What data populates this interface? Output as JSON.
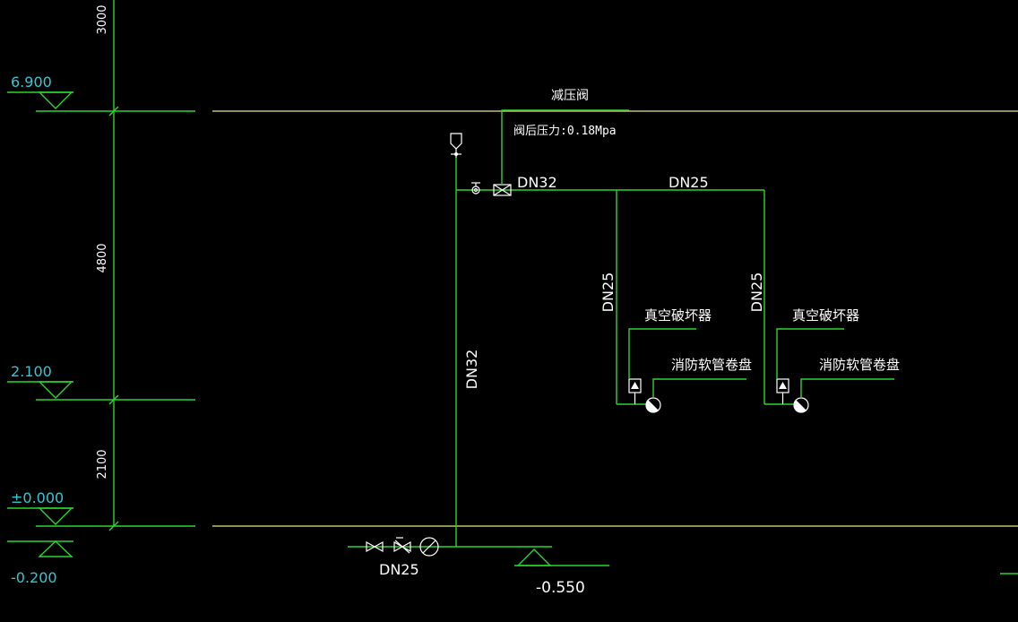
{
  "colors": {
    "background": "#000000",
    "pipe": "#2bd52b",
    "floor_line": "#e6e68c",
    "elevation_text": "#33c7d6",
    "label_text": "#ffffff"
  },
  "dimensions": {
    "top": "3000",
    "middle": "4800",
    "bottom": "2100"
  },
  "elevations": {
    "level_6900": "6.900",
    "level_2100": "2.100",
    "level_0000": "±0.000",
    "level_minus_0200": "-0.200",
    "level_minus_0550": "-0.550"
  },
  "pipes": {
    "riser_size": "DN32",
    "branch_main_size": "DN32",
    "branch_header_size": "DN25",
    "drop_1_size": "DN25",
    "drop_2_size": "DN25",
    "inlet_size": "DN25"
  },
  "labels": {
    "prv_name": "减压阀",
    "prv_pressure": "阀后压力:0.18Mpa",
    "vacuum_breaker_1": "真空破坏器",
    "hose_reel_1": "消防软管卷盘",
    "vacuum_breaker_2": "真空破坏器",
    "hose_reel_2": "消防软管卷盘"
  }
}
